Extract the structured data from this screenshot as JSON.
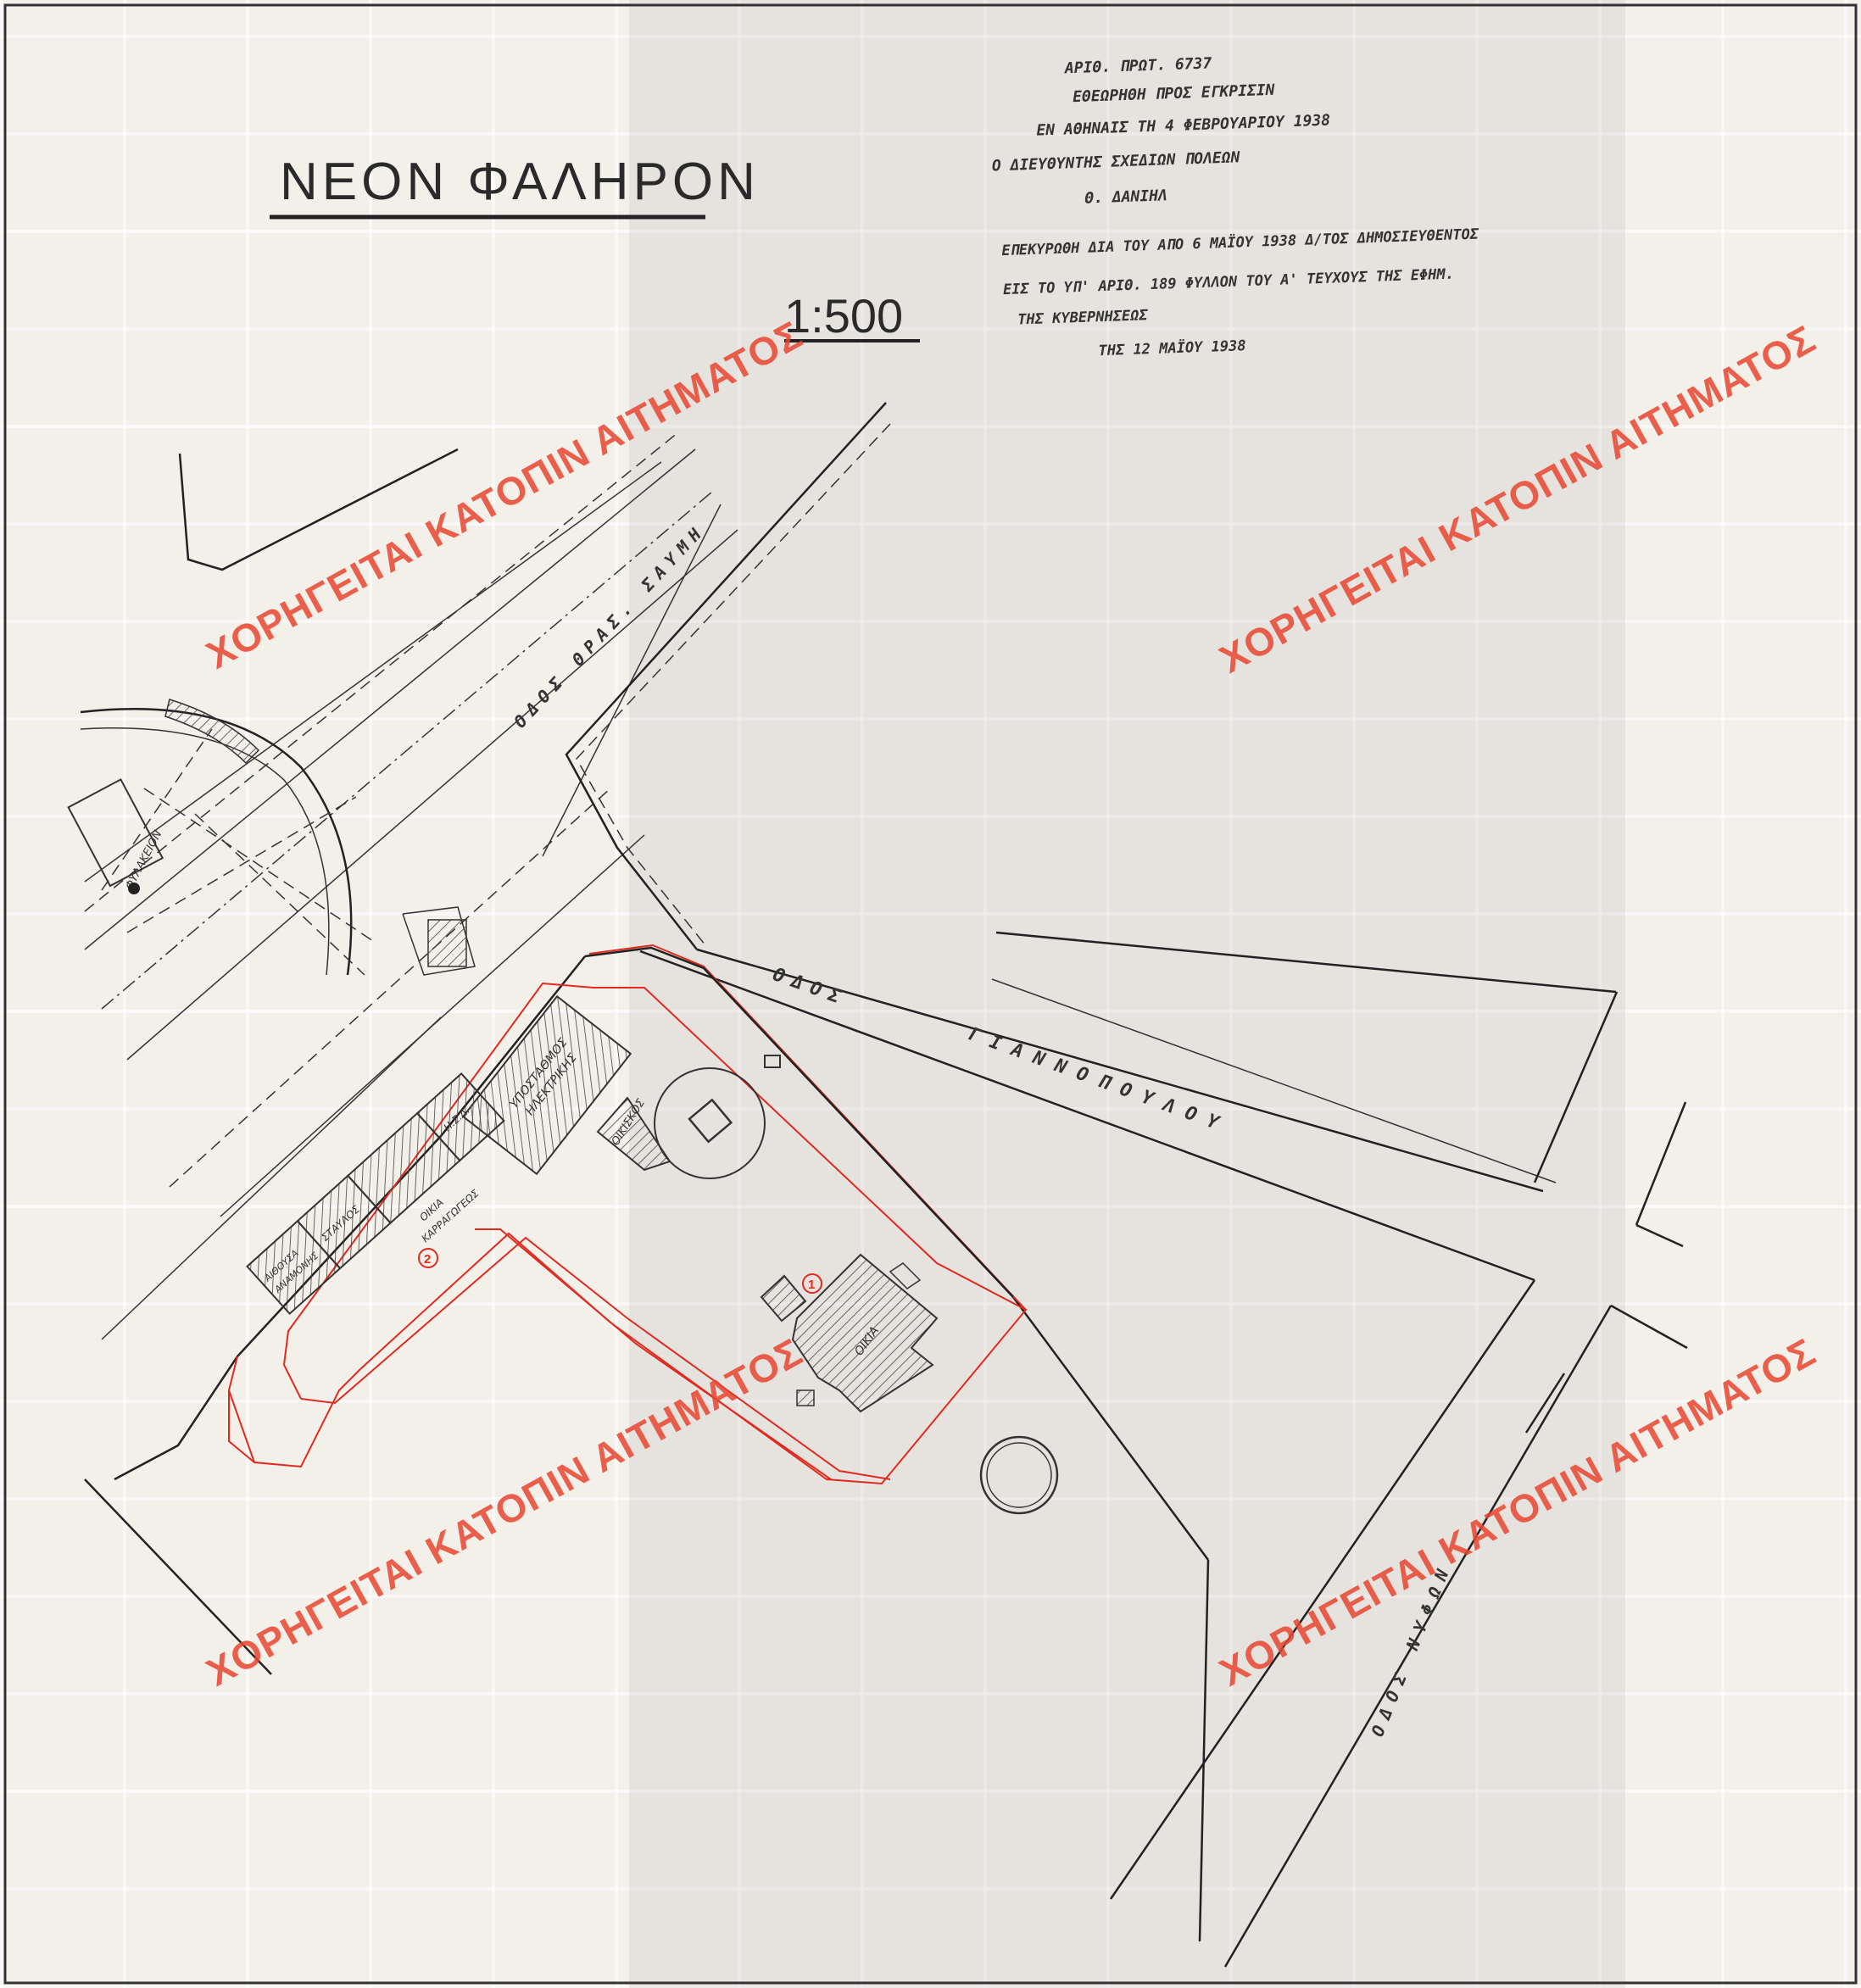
{
  "title": "ΝΕΟΝ ΦΑΛΗΡΟΝ",
  "scale": "1:500",
  "approval_notes": [
    "ΑΡΙΘ. ΠΡΩΤ. 6737",
    "ΕΘΕΩΡΗΘΗ ΠΡΟΣ ΕΓΚΡΙΣΙΝ",
    "ΕΝ ΑΘΗΝΑΙΣ ΤΗ 4 ΦΕΒΡΟΥΑΡΙΟΥ 1938",
    "Ο ΔΙΕΥΘΥΝΤΗΣ ΣΧΕΔΙΩΝ ΠΟΛΕΩΝ",
    "Θ. ΔΑΝΙΗΛ",
    "ΕΠΕΚΥΡΩΘΗ ΔΙΑ ΤΟΥ ΑΠΟ 6 ΜΑΪΟΥ 1938 Δ/ΤΟΣ ΔΗΜΟΣΙΕΥΘΕΝΤΟΣ",
    "ΕΙΣ ΤΟ ΥΠ' ΑΡΙΘ. 189 ΦΥΛΛΟΝ ΤΟΥ Α' ΤΕΥΧΟΥΣ ΤΗΣ ΕΦΗΜ.",
    "ΤΗΣ ΚΥΒΕΡΝΗΣΕΩΣ",
    "ΤΗΣ 12 ΜΑΪΟΥ 1938"
  ],
  "streets": {
    "thras_saumi": "ΟΔΟΣ ΘΡΑΣ. ΣΑΥΜΗ",
    "giannopoulou_1": "ΟΔΟΣ",
    "giannopoulou_2": "ΓΙΑΝΝΟΠΟΥΛΟΥ",
    "nyfon": "ΟΔΟΣ ΝΥΦΩΝ"
  },
  "buildings": {
    "substation": [
      "ΥΠΟΣΤΑΘΜΟΣ",
      "ΗΛΕΚΤΡΙΚΗΣ"
    ],
    "small_house": "ΟΙΚΙΣΚΟΣ",
    "house_1": "ΟΙΚΙΑ",
    "house_2": [
      "ΟΙΚΙΑ",
      "ΚΑΡΡΑΓΩΓΕΩΣ"
    ],
    "stable": "ΣΤΑΥΛΟΣ",
    "hsd": "Η.Σ.Δ.",
    "waiting_room": [
      "ΑΙΘΟΥΣΑ",
      "ΑΝΑΜΟΝΗΣ"
    ],
    "kiosk": "ΦΥΛΑΚΕΙΟΝ"
  },
  "markers": {
    "m1": "1",
    "m2": "2"
  },
  "watermark": "ΧΟΡΗΓΕΙΤΑΙ ΚΑΤΟΠΙΝ ΑΙΤΗΜΑΤΟΣ",
  "colors": {
    "watermark": "#e8452f",
    "boundary": "#e02a20",
    "ink": "#222222"
  }
}
